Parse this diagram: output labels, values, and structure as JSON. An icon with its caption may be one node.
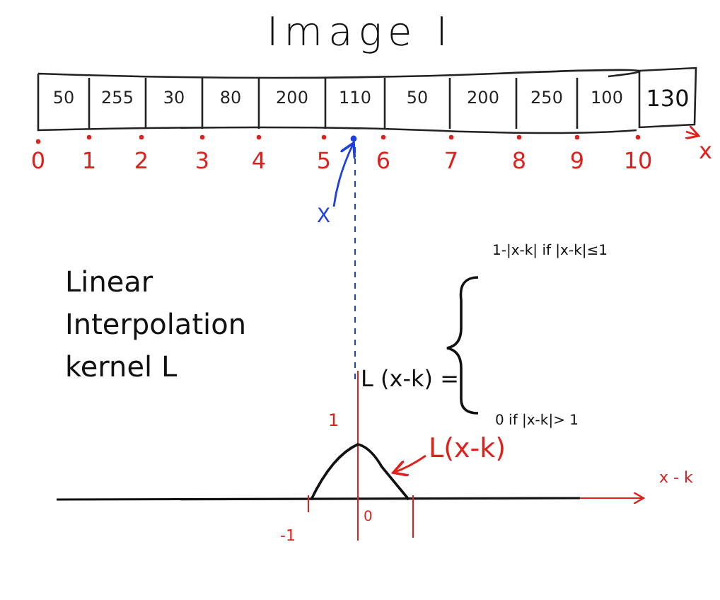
{
  "diagram": {
    "title": "Image I",
    "nodes": [
      {
        "text": [
          "X"
        ]
      },
      {
        "text": [
          "L(x-k)"
        ]
      },
      {
        "text": [],
        "shape": "circle"
      },
      {
        "text": [],
        "shape": "picture"
      }
    ],
    "edges": [
      {
        "from": 0,
        "to": 2,
        "arrow": "to",
        "color": "#1d3fe0"
      },
      {
        "from": 1,
        "to": 3,
        "arrow": "to",
        "color": "#e0201c"
      }
    ],
    "labels": [
      "50",
      "255",
      "30",
      "80",
      "200",
      "110",
      "50",
      "200",
      "250",
      "100",
      "130",
      "0",
      "1",
      "2",
      "3",
      "4",
      "5",
      "6",
      "7",
      "8",
      "9",
      "10",
      "x",
      "1-|x-k| if |x-k|≤1",
      "Linear Interpolation kernel L",
      "L (x-k) =",
      "1",
      "0 if |x-k|> 1",
      "x - k",
      "0",
      "-1"
    ]
  }
}
